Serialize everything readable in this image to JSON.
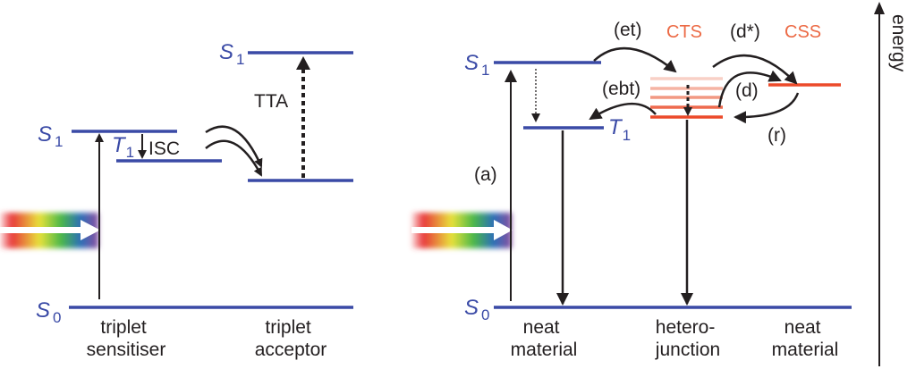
{
  "colors": {
    "singlet_level": "#3a4aa6",
    "cts_level": "#ec4a2a",
    "cts_level_faint": "#f6c1b5",
    "label_orange": "#ec6a45",
    "arrow": "#231f20"
  },
  "left_panel": {
    "states": {
      "sensitiser_s1": {
        "letter": "S",
        "sub": "1"
      },
      "sensitiser_t1": {
        "letter": "T",
        "sub": "1"
      },
      "acceptor_s1": {
        "letter": "S",
        "sub": "1"
      },
      "ground": {
        "letter": "S",
        "sub": "0"
      }
    },
    "process_labels": {
      "isc": "ISC",
      "tta": "TTA"
    },
    "materials": [
      {
        "line1": "triplet",
        "line2": "sensitiser"
      },
      {
        "line1": "triplet",
        "line2": "acceptor"
      }
    ]
  },
  "right_panel": {
    "states": {
      "neat_s1": {
        "letter": "S",
        "sub": "1"
      },
      "neat_t1": {
        "letter": "T",
        "sub": "1"
      },
      "ground": {
        "letter": "S",
        "sub": "0"
      }
    },
    "state_labels": {
      "cts": "CTS",
      "css": "CSS"
    },
    "process_labels": {
      "absorption": "(a)",
      "electron_transfer": "(et)",
      "back_transfer": "(ebt)",
      "hot_dissociation": "(d*)",
      "dissociation": "(d)",
      "recombination": "(r)"
    },
    "materials": [
      {
        "line1": "neat",
        "line2": "material"
      },
      {
        "line1": "hetero-",
        "line2": "junction"
      },
      {
        "line1": "neat",
        "line2": "material"
      }
    ]
  },
  "axis": {
    "label": "energy"
  }
}
